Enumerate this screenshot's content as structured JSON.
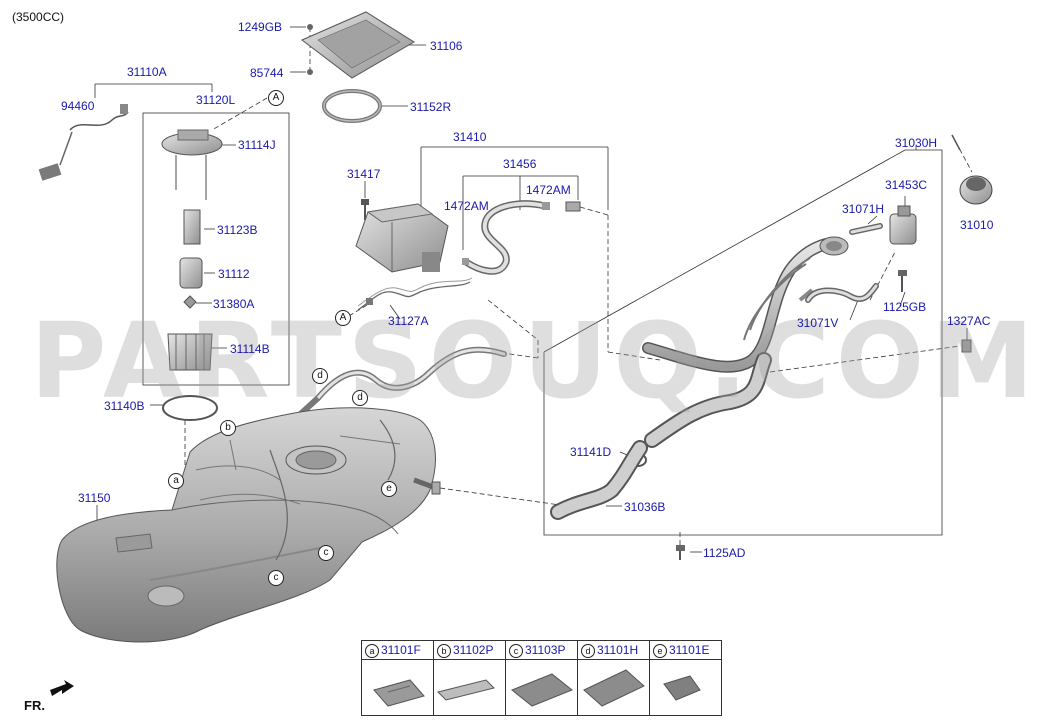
{
  "header": {
    "variant": "(3500CC)"
  },
  "watermark": "PARTSOUQ.COM",
  "parts": [
    {
      "id": "p-1249gb",
      "label": "1249GB"
    },
    {
      "id": "p-31106",
      "label": "31106"
    },
    {
      "id": "p-85744",
      "label": "85744"
    },
    {
      "id": "p-31110a",
      "label": "31110A"
    },
    {
      "id": "p-31152r",
      "label": "31152R"
    },
    {
      "id": "p-94460",
      "label": "94460"
    },
    {
      "id": "p-31120l",
      "label": "31120L"
    },
    {
      "id": "p-31114j",
      "label": "31114J"
    },
    {
      "id": "p-31410",
      "label": "31410"
    },
    {
      "id": "p-31030h",
      "label": "31030H"
    },
    {
      "id": "p-31456",
      "label": "31456"
    },
    {
      "id": "p-31417",
      "label": "31417"
    },
    {
      "id": "p-1472am-1",
      "label": "1472AM"
    },
    {
      "id": "p-1472am-2",
      "label": "1472AM"
    },
    {
      "id": "p-31453c",
      "label": "31453C"
    },
    {
      "id": "p-31010",
      "label": "31010"
    },
    {
      "id": "p-31071h",
      "label": "31071H"
    },
    {
      "id": "p-31123b",
      "label": "31123B"
    },
    {
      "id": "p-31112",
      "label": "31112"
    },
    {
      "id": "p-1125gb",
      "label": "1125GB"
    },
    {
      "id": "p-31380a",
      "label": "31380A"
    },
    {
      "id": "p-31127a",
      "label": "31127A"
    },
    {
      "id": "p-31071v",
      "label": "31071V"
    },
    {
      "id": "p-1327ac",
      "label": "1327AC"
    },
    {
      "id": "p-31114b",
      "label": "31114B"
    },
    {
      "id": "p-31140b",
      "label": "31140B"
    },
    {
      "id": "p-31141d",
      "label": "31141D"
    },
    {
      "id": "p-31150",
      "label": "31150"
    },
    {
      "id": "p-31036b",
      "label": "31036B"
    },
    {
      "id": "p-1125ad",
      "label": "1125AD"
    }
  ],
  "callouts": {
    "A_top": "A",
    "A_left": "A",
    "a": "a",
    "b": "b",
    "c1": "c",
    "c2": "c",
    "d1": "d",
    "d2": "d",
    "e": "e"
  },
  "kit": [
    {
      "letter": "a",
      "label": "31101F"
    },
    {
      "letter": "b",
      "label": "31102P"
    },
    {
      "letter": "c",
      "label": "31103P"
    },
    {
      "letter": "d",
      "label": "31101H"
    },
    {
      "letter": "e",
      "label": "31101E"
    }
  ],
  "footer": {
    "front_label": "FR."
  }
}
